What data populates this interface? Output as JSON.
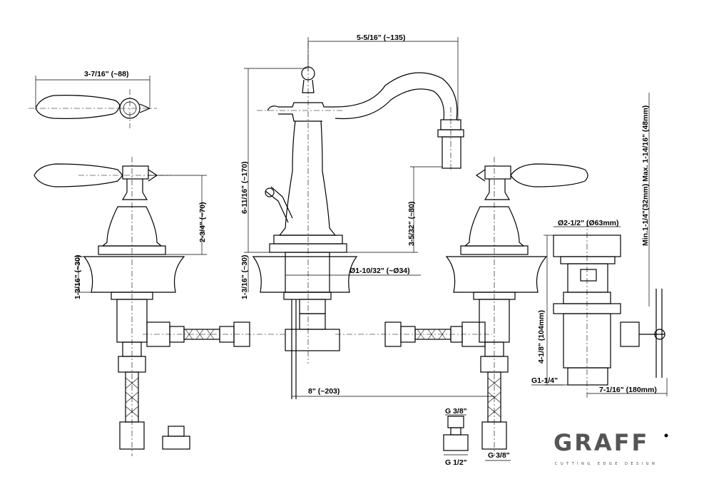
{
  "dimensions": {
    "spout_reach": "5-5/16\" (~135)",
    "handle_length": "3-7/16\" (~88)",
    "overall_height": "6-11/16\" (~170)",
    "handle_height": "2-3/4\" (~70)",
    "spout_height": "3-5/32\" (~80)",
    "deck_left": "1-3/16\" (~30)",
    "deck_center": "1-3/16\" (~30)",
    "base_diameter": "Ø1-10/32\" (~Ø34)",
    "spread": "8\" (~203)",
    "drain_diameter": "Ø2-1/2\" (Ø63mm)",
    "drain_range": "Min.1-1/4\"(32mm) Max. 1-14/16\" (48mm)",
    "drain_height": "4-1/8\" (104mm)",
    "drain_thread": "G1-1/4\"",
    "drain_depth": "7-1/16\" (180mm)",
    "fitting_top": "G 3/8\"",
    "fitting_bottom": "G 1/2\"",
    "hose_thread": "G 3/8\""
  },
  "logo": {
    "brand": "GRAFF",
    "tagline": "CUTTING EDGE DESIGN"
  }
}
